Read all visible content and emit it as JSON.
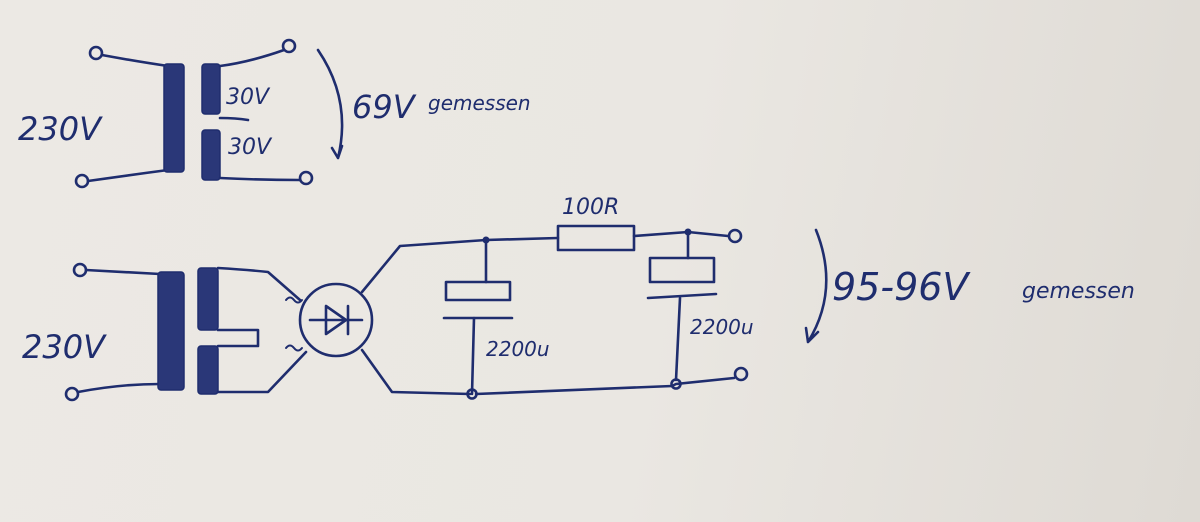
{
  "diagram": {
    "top_circuit": {
      "input_voltage": "230V",
      "secondary_upper": "30V",
      "secondary_lower": "30V",
      "measurement": "69V",
      "measurement_note": "gemessen"
    },
    "bottom_circuit": {
      "input_voltage": "230V",
      "resistor": "100R",
      "capacitor_1": "2200u",
      "capacitor_2": "2200u",
      "measurement": "95-96V",
      "measurement_note": "gemessen"
    },
    "ink_color": "#1f2d6e",
    "paper_color": "#ece9e4"
  }
}
